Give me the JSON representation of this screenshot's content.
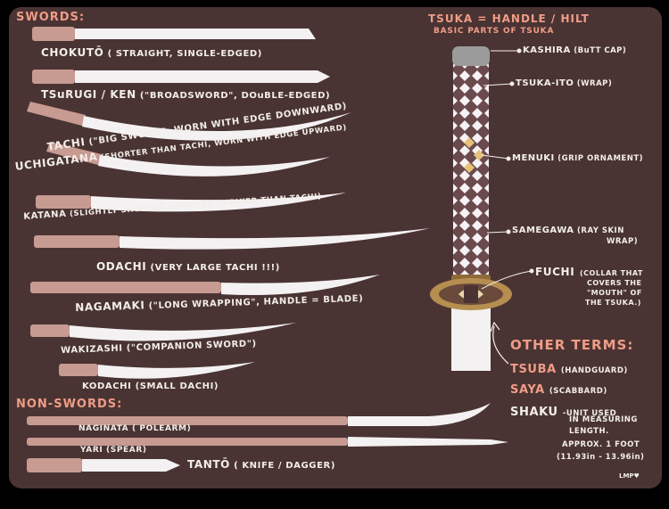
{
  "colors": {
    "background": "#4a3433",
    "heading": "#ef9c86",
    "text": "#f2eee8",
    "handle": "#c79a92",
    "blade": "#f4f1f3"
  },
  "swords": {
    "heading": "SWORDS:",
    "chokuto": {
      "name": "CHOKUTŌ",
      "desc": "( STRAIGHT, SINGLE-EDGED)"
    },
    "tsurugi": {
      "name": "TSuRUGI / KEN",
      "desc": "(\"BROADSWORD\", DOuBLE-EDGED)"
    },
    "tachi": {
      "name": "TACHI",
      "desc": "(\"BIG SWORD\", WORN WITH EDGE DOWNWARD)"
    },
    "uchigatana": {
      "name": "UCHIGATANA",
      "desc": "(SHORTER THAN TACHI, WORN WITH EDGE UPWARD)"
    },
    "katana": {
      "name": "KATANA",
      "desc": "(SLIGHTLY SHORTER AND LESS CURVIER THAN TACHI)"
    },
    "odachi": {
      "name": "ODACHI",
      "desc": "(VERY LARGE TACHI !!!)"
    },
    "nagamaki": {
      "name": "NAGAMAKI",
      "desc": "(\"LONG WRAPPING\", HANDLE = BLADE)"
    },
    "wakizashi": {
      "name": "WAKIZASHI",
      "desc": "(\"COMPANION SWORD\")"
    },
    "kodachi": {
      "name": "KODACHI",
      "desc": "(SMALL DACHI)"
    }
  },
  "non_swords": {
    "heading": "NON-SWORDS:",
    "naginata": {
      "name": "NAGINATA",
      "desc": "( POLEARM)"
    },
    "yari": {
      "name": "YARI",
      "desc": "(SPEAR)"
    },
    "tanto": {
      "name": "TANTŌ",
      "desc": "( KNIFE / DAGGER)"
    }
  },
  "tsuka": {
    "heading": "TSUKA = HANDLE / HILT",
    "subheading": "BASIC PARTS OF TSUKA",
    "parts": {
      "kashira": {
        "name": "KASHIRA",
        "desc": "(BuTT CAP)"
      },
      "tsuka_ito": {
        "name": "TSUKA-ITO",
        "desc": "(WRAP)"
      },
      "menuki": {
        "name": "MENUKI",
        "desc": "(GRIP ORNAMENT)"
      },
      "samegawa": {
        "name": "SAMEGAWA",
        "desc_line1": "(RAY SKIN",
        "desc_line2": "WRAP)"
      },
      "fuchi": {
        "name": "FUCHI",
        "desc_line1": "(COLLAR THAT",
        "desc_line2": "COVERS THE",
        "desc_line3": "\"MOUTH\" OF",
        "desc_line4": "THE TSUKA.)"
      }
    }
  },
  "other_terms": {
    "heading": "OTHER TERMS:",
    "tsuba": {
      "name": "TSUBA",
      "desc": "(HANDGUARD)"
    },
    "saya": {
      "name": "SAYA",
      "desc": "(SCABBARD)"
    },
    "shaku": {
      "name": "SHAKU",
      "line1": "-UNIT USED",
      "line2": "IN MEASURING",
      "line3": "LENGTH.",
      "line4": "APPROX. 1 FOOT",
      "line5": "(11.93in - 13.96in)"
    }
  },
  "signature": "LMP♥"
}
